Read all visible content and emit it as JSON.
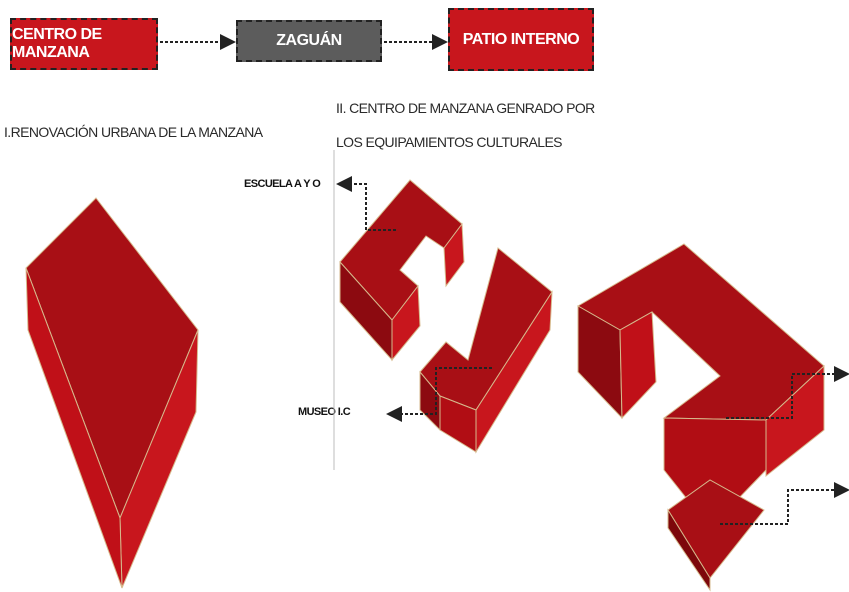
{
  "flow": {
    "step1": "CENTRO DE MANZANA",
    "step2": "ZAGUÁN",
    "step3": "PATIO INTERNO"
  },
  "section1": {
    "title": "I.RENOVACIÓN URBANA DE LA MANZANA"
  },
  "section2": {
    "title_line1": "II. CENTRO DE MANZANA GENRADO POR",
    "title_line2": "LOS EQUIPAMIENTOS CULTURALES",
    "label_school": "ESCUELA A Y O",
    "label_museum": "MUSEO I.C"
  },
  "colors": {
    "red": "#c8161d",
    "red_top": "#a80f15",
    "red_dark": "#7d070b",
    "grey_box": "#5c5c5c"
  }
}
